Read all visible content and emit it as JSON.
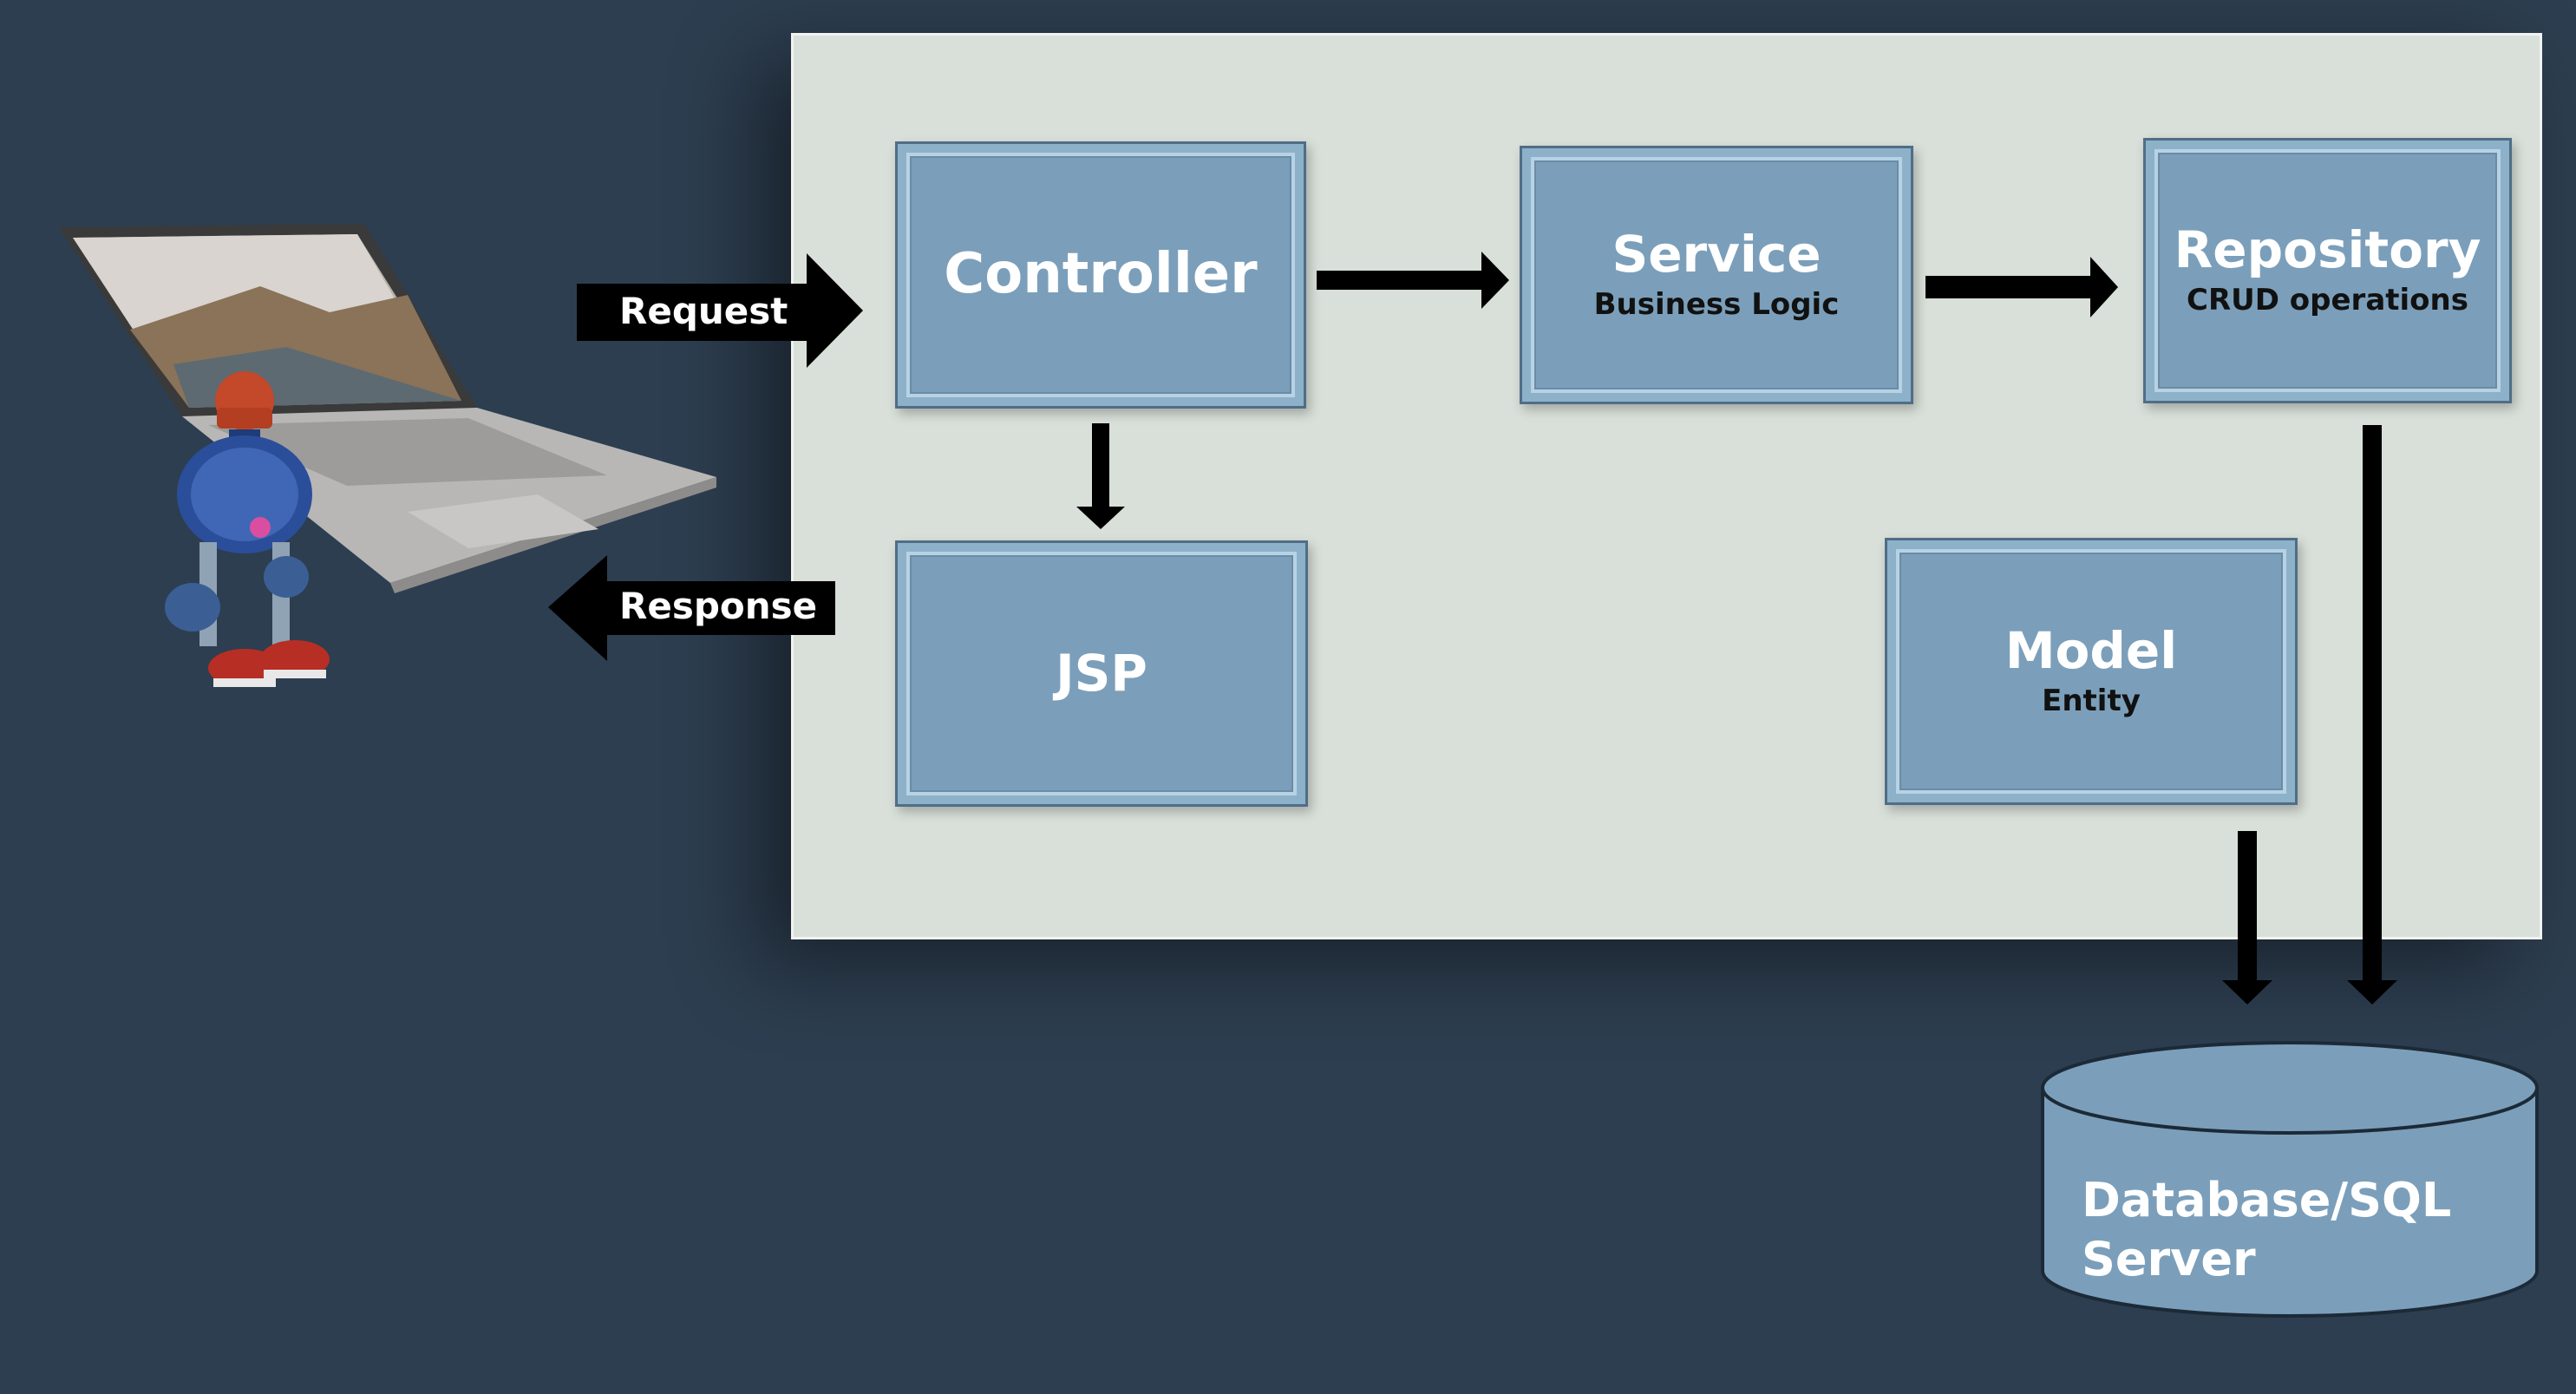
{
  "diagram": {
    "controller": {
      "title": "Controller"
    },
    "service": {
      "title": "Service",
      "subtitle": "Business Logic"
    },
    "repository": {
      "title": "Repository",
      "subtitle": "CRUD operations"
    },
    "jsp": {
      "title": "JSP"
    },
    "model": {
      "title": "Model",
      "subtitle": "Entity"
    },
    "database": {
      "line1": "Database/SQL",
      "line2": "Server"
    },
    "request_label": "Request",
    "response_label": "Response"
  },
  "colors": {
    "background": "#2d3e50",
    "panel": "#d9dfd9",
    "box": "#7b9fba",
    "arrow": "#000000",
    "database": "#7b9fba"
  },
  "icons": [
    "laptop-icon",
    "robot-icon"
  ]
}
